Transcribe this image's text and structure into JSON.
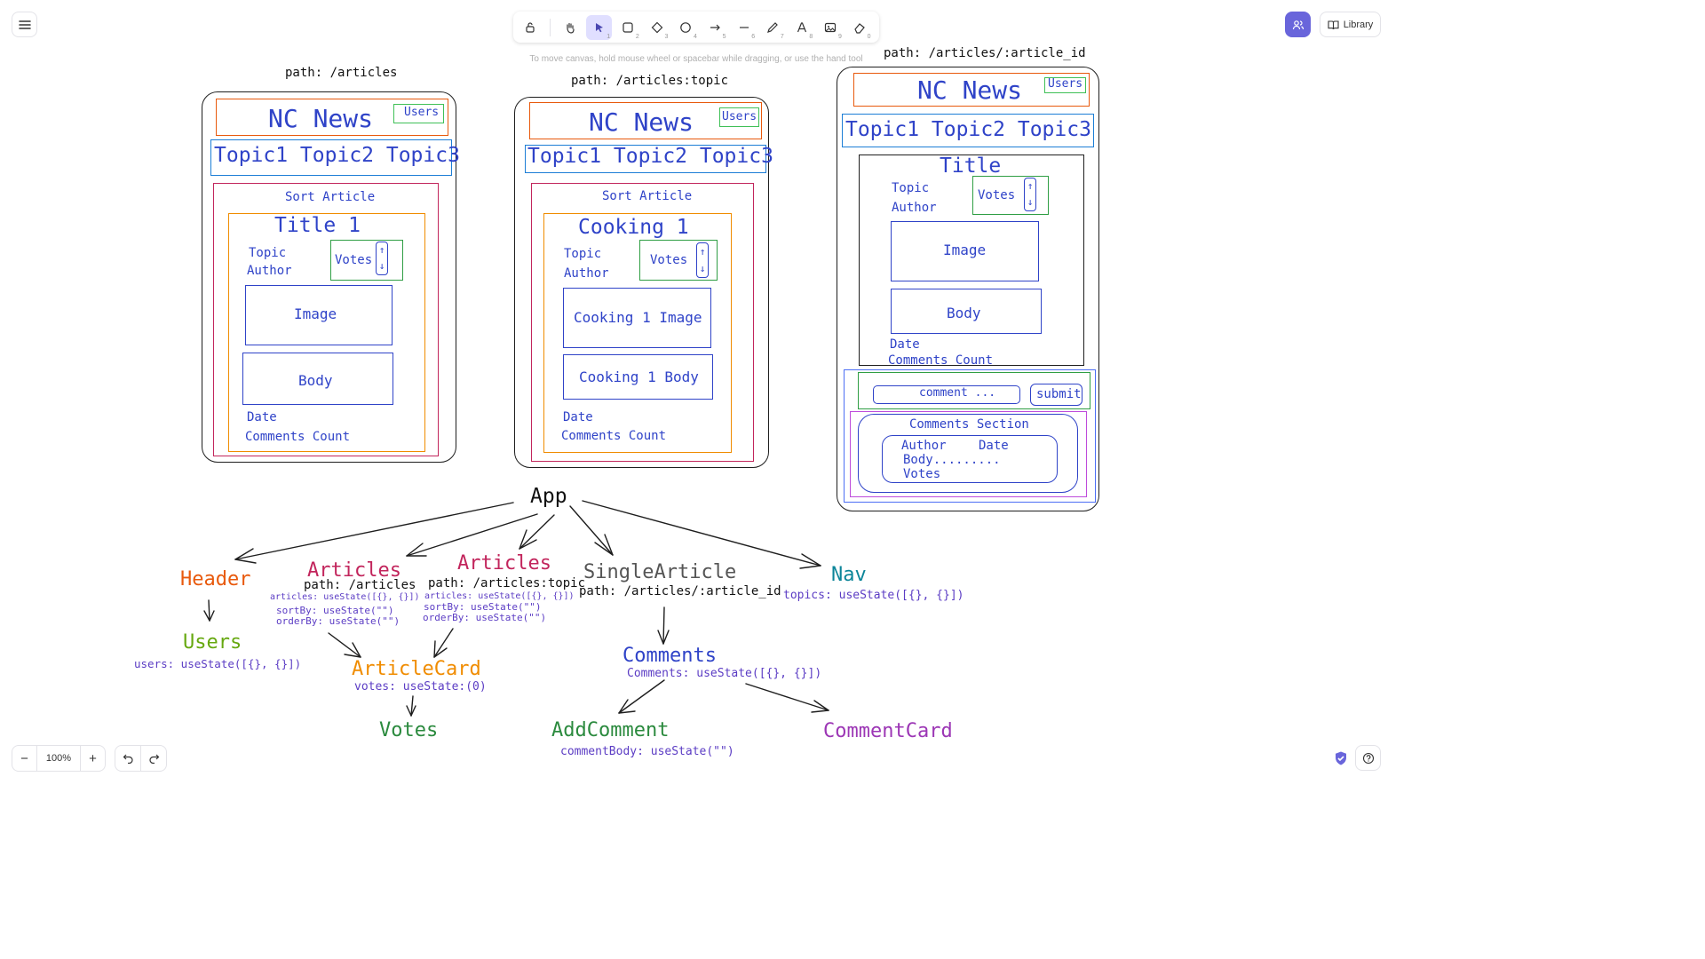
{
  "toolbar": {
    "tools": [
      {
        "name": "lock",
        "key": ""
      },
      {
        "name": "hand",
        "key": ""
      },
      {
        "name": "selection",
        "key": "1"
      },
      {
        "name": "rectangle",
        "key": "2"
      },
      {
        "name": "diamond",
        "key": "3"
      },
      {
        "name": "ellipse",
        "key": "4"
      },
      {
        "name": "arrow",
        "key": "5"
      },
      {
        "name": "line",
        "key": "6"
      },
      {
        "name": "draw",
        "key": "7"
      },
      {
        "name": "text",
        "key": "8"
      },
      {
        "name": "image",
        "key": "9"
      },
      {
        "name": "eraser",
        "key": "0"
      }
    ],
    "hint": "To move canvas, hold mouse wheel or spacebar while dragging, or use the hand tool"
  },
  "top_right": {
    "library_label": "Library"
  },
  "bottom_left": {
    "zoom": "100%",
    "zoom_out": "−",
    "zoom_in": "+"
  },
  "canvas": {
    "wireframe1": {
      "path": "path: /articles",
      "site_title": "NC News",
      "users": "Users",
      "topics": "Topic1 Topic2 Topic3",
      "sort": "Sort Article",
      "card_title": "Title 1",
      "topic": "Topic",
      "author": "Author",
      "votes": "Votes",
      "image": "Image",
      "body": "Body",
      "date": "Date",
      "comments_count": "Comments Count"
    },
    "wireframe2": {
      "path": "path: /articles:topic",
      "site_title": "NC News",
      "users": "Users",
      "topics": "Topic1 Topic2 Topic3",
      "sort": "Sort Article",
      "card_title": "Cooking 1",
      "topic": "Topic",
      "author": "Author",
      "votes": "Votes",
      "image": "Cooking 1 Image",
      "body": "Cooking 1 Body",
      "date": "Date",
      "comments_count": "Comments Count"
    },
    "wireframe3": {
      "path": "path: /articles/:article_id",
      "site_title": "NC News",
      "users": "Users",
      "topics": "Topic1 Topic2 Topic3",
      "card_title": "Title",
      "topic": "Topic",
      "author": "Author",
      "votes": "Votes",
      "image": "Image",
      "body": "Body",
      "date": "Date",
      "comments_count": "Comments Count",
      "comment_placeholder": "comment ...",
      "submit": "submit",
      "comments_section": "Comments Section",
      "c_author": "Author",
      "c_date": "Date",
      "c_body": "Body.........",
      "c_votes": "Votes"
    },
    "tree": {
      "app": "App",
      "header": "Header",
      "users": "Users",
      "users_state": "users: useState([{}, {}])",
      "articles1": "Articles",
      "articles1_path": "path: /articles",
      "articles1_state": "articles: useState([{}, {}])",
      "articles1_sort": "sortBy: useState(\"\")",
      "articles1_order": "orderBy: useState(\"\")",
      "articles2": "Articles",
      "articles2_path": "path: /articles:topic",
      "articles2_state": "articles: useState([{}, {}])",
      "articles2_sort": "sortBy: useState(\"\")",
      "articles2_order": "orderBy: useState(\"\")",
      "article_card": "ArticleCard",
      "article_card_state": "votes: useState:(0)",
      "votes": "Votes",
      "single_article": "SingleArticle",
      "single_article_path": "path: /articles/:article_id",
      "comments": "Comments",
      "comments_state": "Comments: useState([{}, {}])",
      "add_comment": "AddComment",
      "add_comment_state": "commentBody: useState(\"\")",
      "comment_card": "CommentCard",
      "nav": "Nav",
      "nav_state": "topics: useState([{}, {}])"
    }
  },
  "colors": {
    "accent": "#6965db",
    "sketch_blue": "#2f43c8",
    "outline": "#1e1e1e",
    "red_orange": "#e8590c",
    "orange": "#f08c00",
    "green": "#2f9e44",
    "teal": "#1c7ed6",
    "crimson": "#c2255c",
    "purple": "#9c36b5"
  }
}
